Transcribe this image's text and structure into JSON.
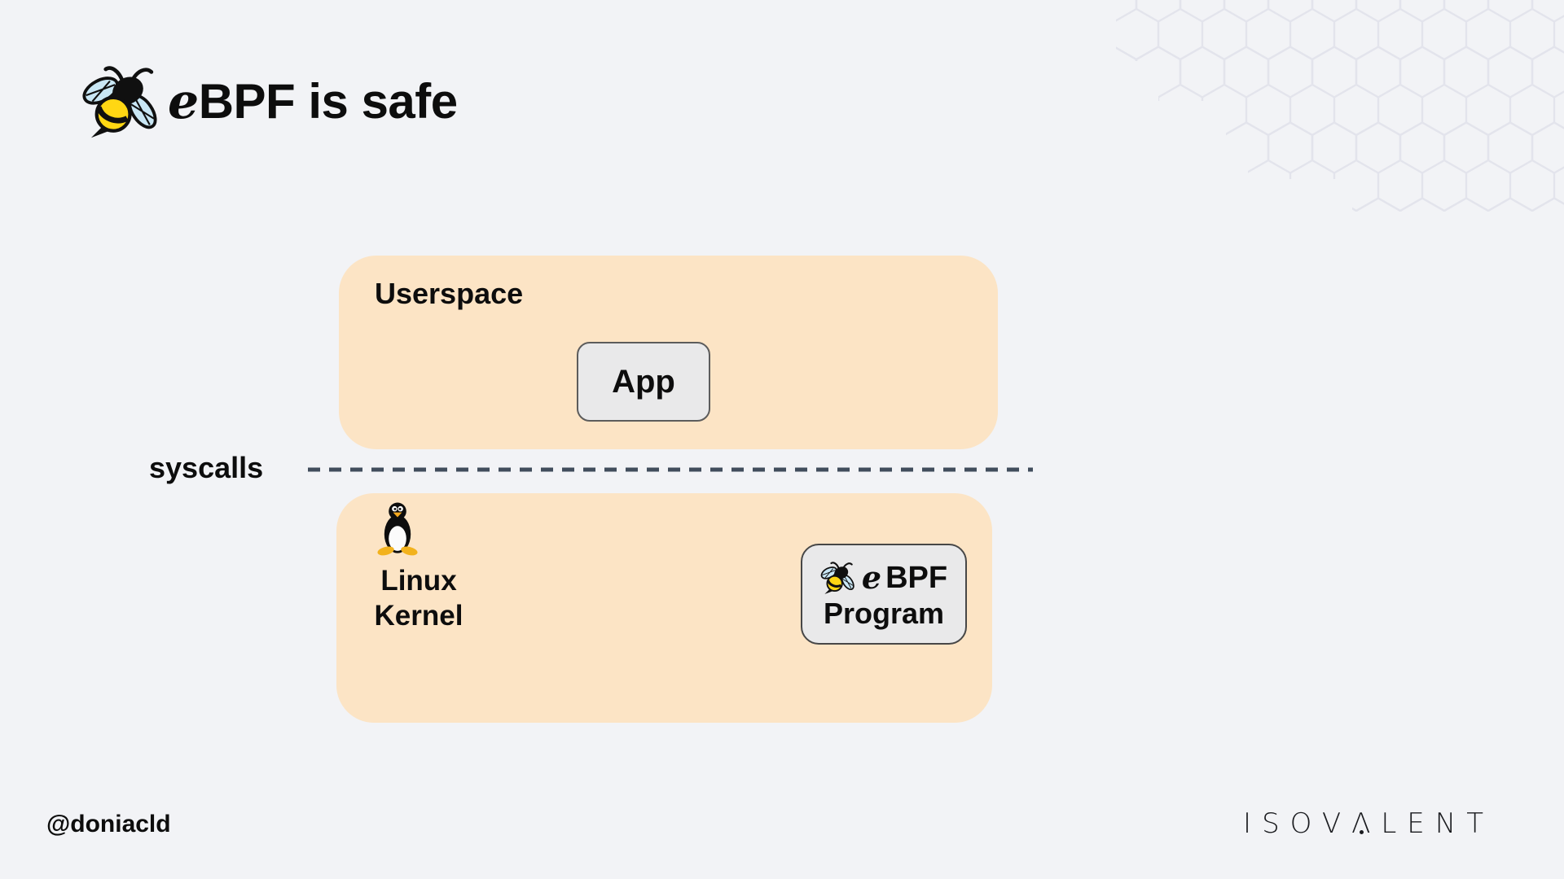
{
  "title": {
    "e": "e",
    "bpf": "BPF",
    "rest": " is safe"
  },
  "userspace": {
    "label": "Userspace",
    "app": "App"
  },
  "syscalls": {
    "label": "syscalls"
  },
  "kernel": {
    "line1": "Linux",
    "line2": "Kernel"
  },
  "program": {
    "e": "e",
    "bpf": "BPF",
    "name": "Program"
  },
  "footer": {
    "handle": "@doniacld",
    "brand": {
      "p1": "ISOV",
      "a": "Λ",
      "p2": "LENT"
    }
  },
  "icons": {
    "title_logo": "ebpf-bee",
    "kernel_logo": "tux-penguin",
    "program_logo": "ebpf-bee"
  },
  "colors": {
    "background": "#f2f3f6",
    "panel": "#fce4c5",
    "node_bg": "#e9e9ea",
    "node_border": "#5c5c5c",
    "dash_line": "#414d5c",
    "hex_stroke": "#e3e4ec",
    "bee_yellow": "#ffd713",
    "bee_wing": "#c9e7f5",
    "text": "#0d0d0d"
  }
}
